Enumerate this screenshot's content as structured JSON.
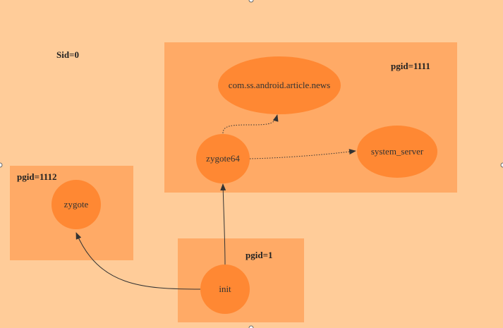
{
  "diagram": {
    "session_label": "Sid=0",
    "groups": {
      "pgid_1111": {
        "label": "pgid=1111"
      },
      "pgid_1112": {
        "label": "pgid=1112"
      },
      "pgid_1": {
        "label": "pgid=1"
      }
    },
    "nodes": {
      "news_app": {
        "label": "com.ss.android.article.news"
      },
      "zygote64": {
        "label": "zygote64"
      },
      "system_server": {
        "label": "system_server"
      },
      "zygote": {
        "label": "zygote"
      },
      "init": {
        "label": "init"
      }
    },
    "colors": {
      "canvas": "#ffcc99",
      "group_box": "#ffaa66",
      "node_fill": "#ff8833",
      "edge": "#333333"
    }
  }
}
